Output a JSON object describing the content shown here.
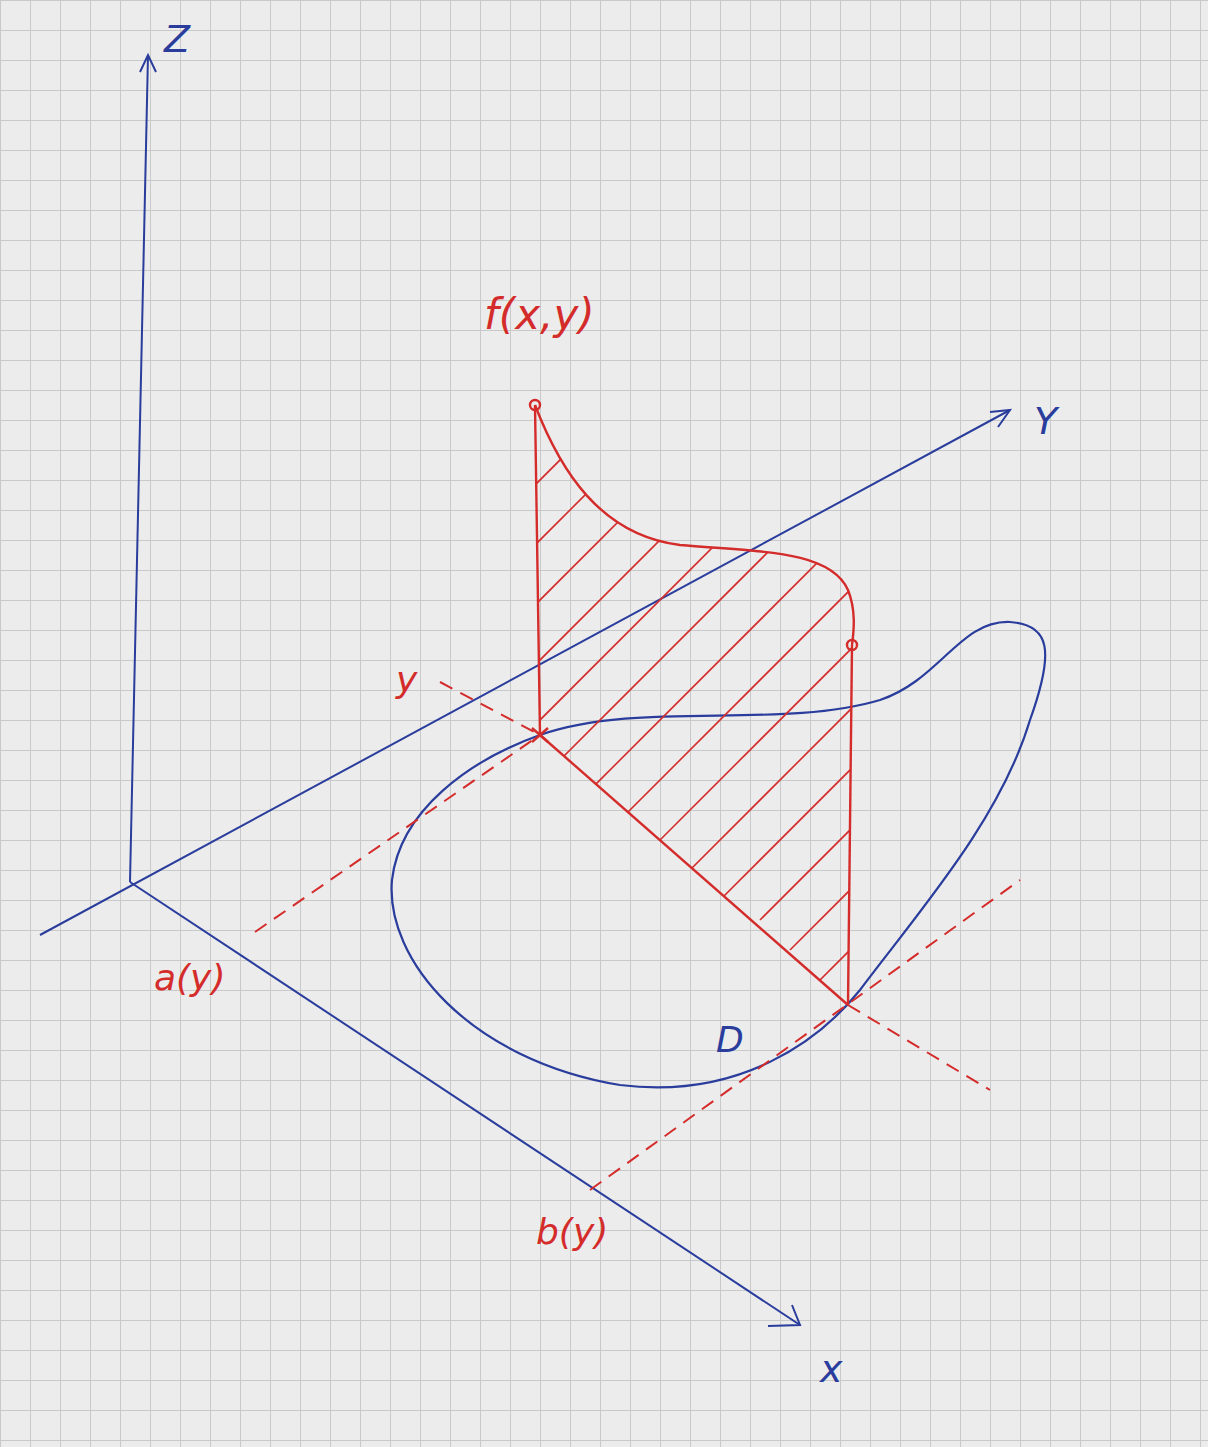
{
  "diagram": {
    "labels": [
      "Z",
      "Y",
      "f(x,y)",
      "y",
      "a(y)",
      "b(y)",
      "D",
      "x"
    ]
  }
}
